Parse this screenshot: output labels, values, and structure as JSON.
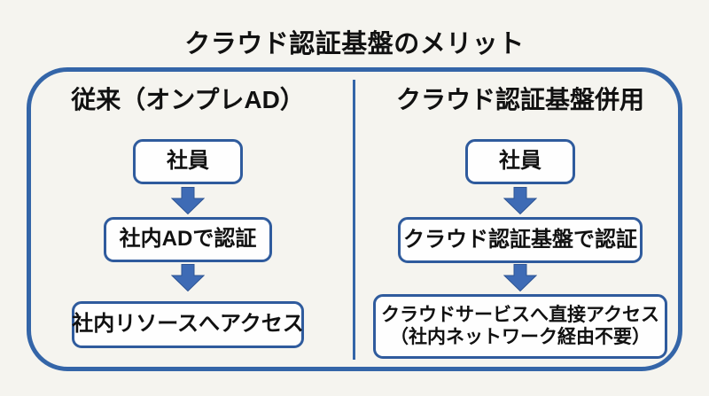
{
  "title": "クラウド認証基盤のメリット",
  "colors": {
    "background": "#f5f4ef",
    "panel_border": "#3465a8",
    "box_border": "#2f5b9d",
    "box_fill": "#fefefe",
    "arrow_fill": "#3e6bb5",
    "arrow_stroke": "#2d5493",
    "text": "#111111"
  },
  "columns": [
    {
      "header": "従来（オンプレAD）",
      "steps": [
        {
          "lines": [
            "社員"
          ]
        },
        {
          "lines": [
            "社内ADで認証"
          ]
        },
        {
          "lines": [
            "社内リソースへアクセス"
          ]
        }
      ]
    },
    {
      "header": "クラウド認証基盤併用",
      "steps": [
        {
          "lines": [
            "社員"
          ]
        },
        {
          "lines": [
            "クラウド認証基盤で認証"
          ]
        },
        {
          "lines": [
            "クラウドサービスへ直接アクセス",
            "（社内ネットワーク経由不要）"
          ]
        }
      ]
    }
  ]
}
